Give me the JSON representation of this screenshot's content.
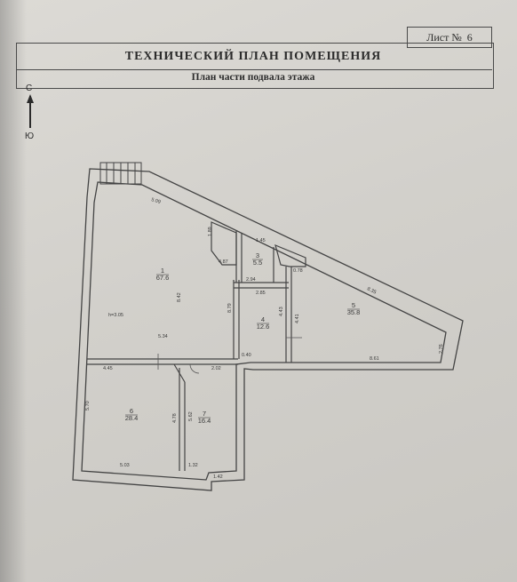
{
  "sheet": {
    "label": "Лист №",
    "number": "6"
  },
  "title": "ТЕХНИЧЕСКИЙ ПЛАН ПОМЕЩЕНИЯ",
  "subtitle": "План части подвала этажа",
  "compass": {
    "north": "С",
    "south": "Ю"
  },
  "rooms": [
    {
      "id": "1",
      "number": "1",
      "area": "67.6"
    },
    {
      "id": "3",
      "number": "3",
      "area": "5.5"
    },
    {
      "id": "4",
      "number": "4",
      "area": "12.6"
    },
    {
      "id": "5",
      "number": "5",
      "area": "35.8"
    },
    {
      "id": "6",
      "number": "6",
      "area": "28.4"
    },
    {
      "id": "7",
      "number": "7",
      "area": "16.4"
    }
  ],
  "dimensions": {
    "d_5_09": "5.09",
    "d_8_42": "8.42",
    "d_5_34": "5.34",
    "d_h": "h=3.05",
    "d_4_45": "4.45",
    "d_2_02": "2.02",
    "d_5_70": "5.70",
    "d_4_78": "4.78",
    "d_5_62": "5.62",
    "d_5_03": "5.03",
    "d_1_32": "1.32",
    "d_1_42": "1.42",
    "d_2_94": "2.94",
    "d_2_85": "2.85",
    "d_8_79": "8.79",
    "d_4_43": "4.43",
    "d_4_41": "4.41",
    "d_8_35": "8.35",
    "d_8_61": "8.61",
    "d_2_76": "2.76",
    "d_0_40": "0.40",
    "d_0_78": "0.78",
    "d_1_45": "1.45",
    "d_4_87": "4.87",
    "d_1_89": "1.89"
  }
}
